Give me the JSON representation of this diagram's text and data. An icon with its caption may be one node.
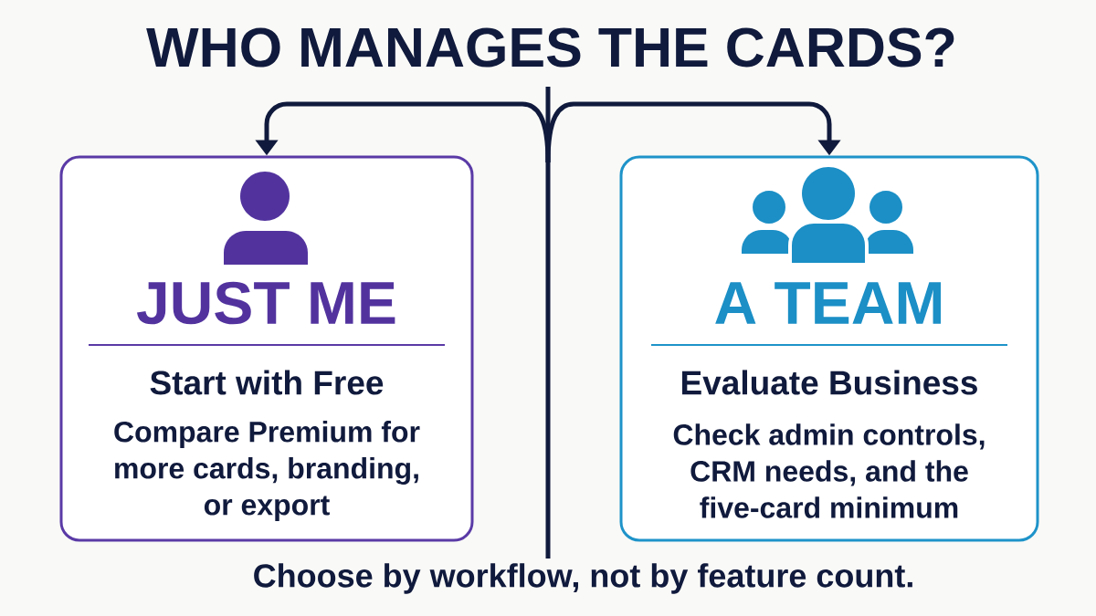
{
  "diagram": {
    "title": "WHO MANAGES THE CARDS?",
    "caption": "Choose by workflow, not by feature count.",
    "nodes": [
      {
        "text": [
          "JUST ME",
          "Start with Free",
          "Compare Premium for more cards, branding, or export"
        ]
      },
      {
        "text": [
          "A TEAM",
          "Evaluate Business",
          "Check admin controls, CRM needs, and the five-card minimum"
        ]
      }
    ],
    "edges": [
      {
        "from": null,
        "to": 0,
        "arrow": "to"
      },
      {
        "from": null,
        "to": 1,
        "arrow": "to"
      }
    ]
  }
}
